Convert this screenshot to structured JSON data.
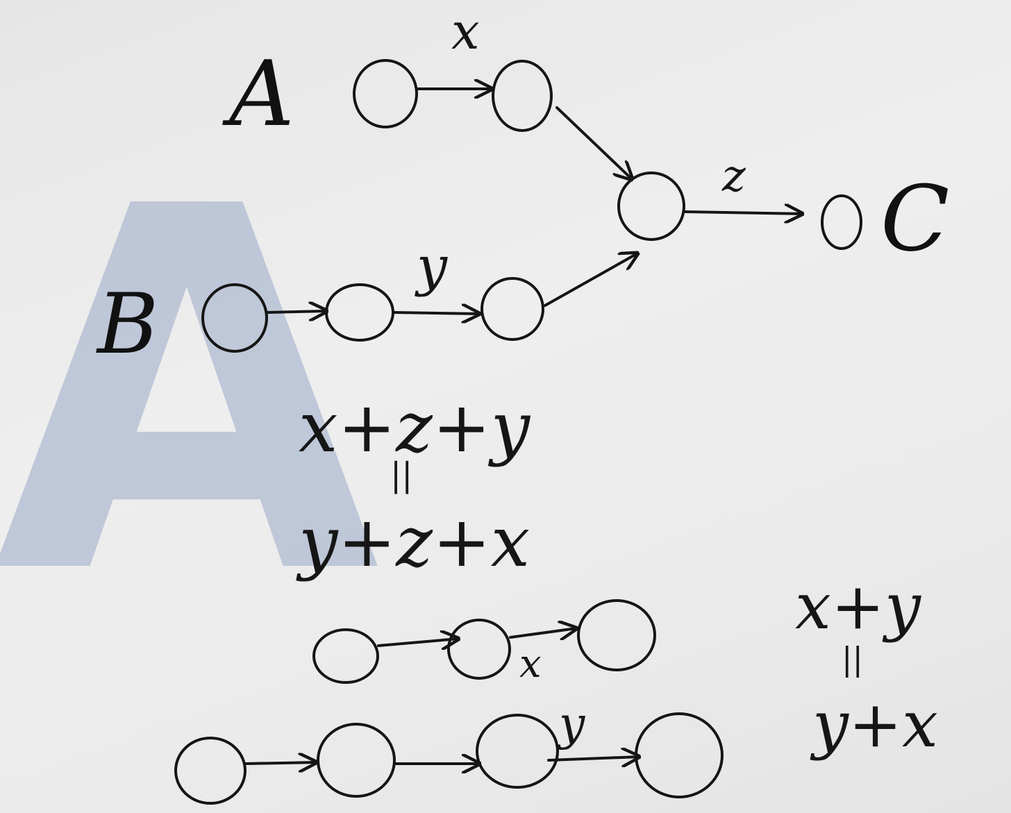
{
  "watermark": {
    "letter": "A"
  },
  "diagram": {
    "label_A": "A",
    "label_B": "B",
    "label_C": "C",
    "edge_x": "x",
    "edge_y": "y",
    "edge_z": "z"
  },
  "equations": {
    "line1": "x+z+y",
    "equals1": "||",
    "line2": "y+z+x",
    "right_top": "x+y",
    "equals2": "||",
    "right_bottom": "y+x"
  },
  "bottom_chains": {
    "chain1_edge": "x",
    "chain2_edge": "y"
  }
}
